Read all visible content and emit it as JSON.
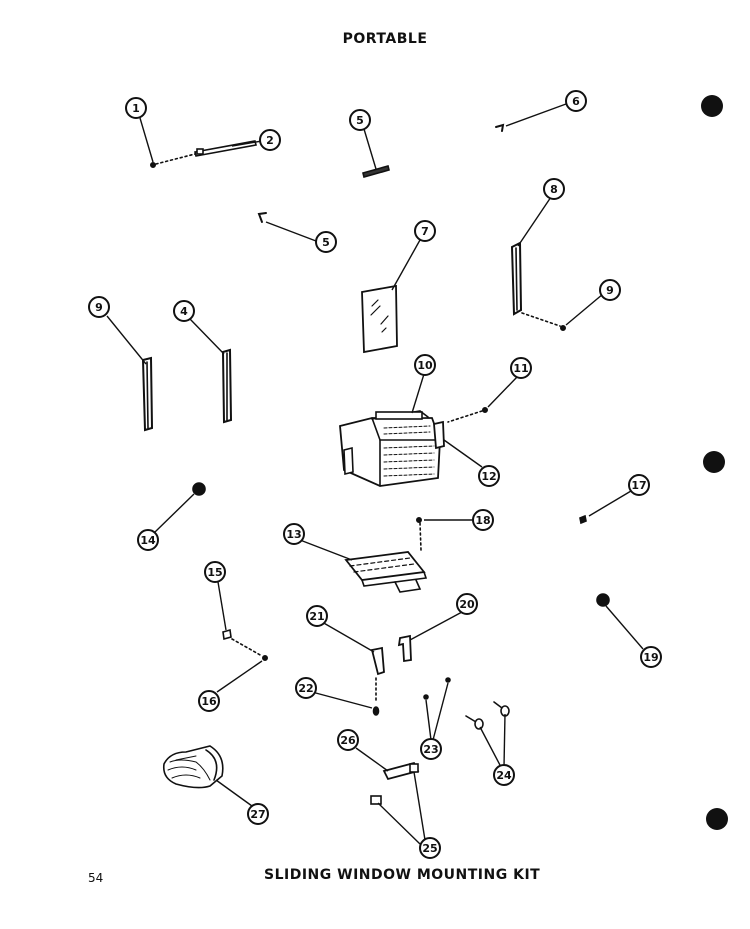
{
  "header": {
    "title": "PORTABLE"
  },
  "footer": {
    "page_number": "54",
    "caption": "SLIDING WINDOW MOUNTING KIT"
  },
  "callouts": [
    "1",
    "2",
    "5",
    "6",
    "5",
    "7",
    "8",
    "9",
    "9",
    "4",
    "10",
    "11",
    "12",
    "14",
    "17",
    "13",
    "18",
    "15",
    "20",
    "21",
    "19",
    "16",
    "22",
    "23",
    "24",
    "26",
    "25",
    "27"
  ]
}
